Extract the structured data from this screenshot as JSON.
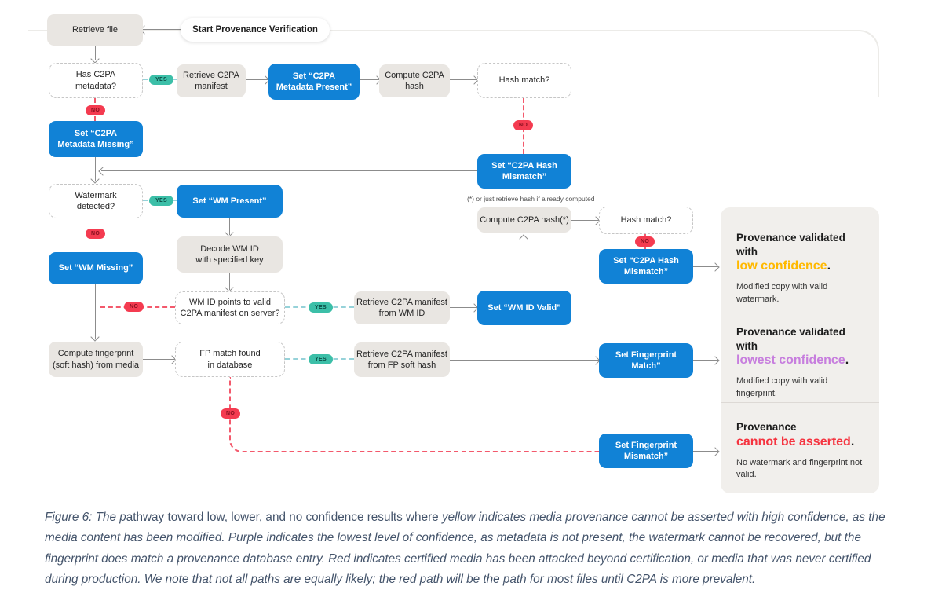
{
  "badges": {
    "yes": "YES",
    "no": "NO"
  },
  "nodes": {
    "start": {
      "l1": "Start Provenance Verification"
    },
    "retrieve_file": {
      "l1": "Retrieve file"
    },
    "has_c2pa": {
      "l1": "Has C2PA",
      "l2": "metadata?"
    },
    "retrieve_manifest": {
      "l1": "Retrieve C2PA",
      "l2": "manifest"
    },
    "set_meta_present": {
      "l1": "Set “C2PA",
      "l2": "Metadata Present”"
    },
    "compute_hash": {
      "l1": "Compute C2PA",
      "l2": "hash"
    },
    "hash_match1": {
      "l1": "Hash match?"
    },
    "set_meta_missing": {
      "l1": "Set “C2PA",
      "l2": "Metadata Missing”"
    },
    "set_hash_mismatch1": {
      "l1": "Set “C2PA Hash",
      "l2": "Mismatch”"
    },
    "watermark_detected": {
      "l1": "Watermark",
      "l2": "detected?"
    },
    "set_wm_present": {
      "l1": "Set “WM Present”"
    },
    "note": "(*) or just retrieve hash if already computed",
    "compute_hash2": {
      "l1": "Compute C2PA hash(*)"
    },
    "hash_match2": {
      "l1": "Hash match?"
    },
    "set_hash_mismatch2": {
      "l1": "Set “C2PA Hash",
      "l2": "Mismatch”"
    },
    "set_wm_missing": {
      "l1": "Set “WM Missing”"
    },
    "decode_wm": {
      "l1": "Decode WM ID",
      "l2": "with specified key"
    },
    "wm_id_points": {
      "l1": "WM ID points to valid",
      "l2": "C2PA manifest on server?"
    },
    "retrieve_from_wm": {
      "l1": "Retrieve C2PA manifest",
      "l2": "from WM ID"
    },
    "set_wm_id_valid": {
      "l1": "Set “WM ID Valid”"
    },
    "compute_fp": {
      "l1": "Compute fingerprint",
      "l2": "(soft hash) from media"
    },
    "fp_match": {
      "l1": "FP match found",
      "l2": "in database"
    },
    "retrieve_from_fp": {
      "l1": "Retrieve C2PA manifest",
      "l2": "from FP soft hash"
    },
    "set_fp_match": {
      "l1": "Set Fingerprint",
      "l2": "Match”"
    },
    "set_fp_mismatch": {
      "l1": "Set Fingerprint",
      "l2": "Mismatch”"
    }
  },
  "outcomes": [
    {
      "title": "Provenance validated with",
      "highlight": "low confidence",
      "period": ".",
      "desc1": "Modified copy with",
      "desc2": "valid watermark."
    },
    {
      "title": "Provenance validated with",
      "highlight": "lowest confidence",
      "period": ".",
      "desc1": "Modified copy with",
      "desc2": "valid fingerprint."
    },
    {
      "title": "Provenance",
      "highlight": "cannot be asserted",
      "period": ".",
      "desc1": "No watermark",
      "desc2": "and fingerprint not valid."
    }
  ],
  "caption": {
    "seg1": "Figure 6: The p",
    "seg2": "athway toward low, lower, and no confidence results where ",
    "seg3": "yellow indicates media provenance cannot be asserted with high confidence, as the media content has been modified. Purple indicates the lowest level of confidence, as metadata is not present, the watermark cannot be recovered, but the fingerprint does match a provenance database entry. Red indicates certified media has been attacked beyond certification, or media that was never certified during production. We note that not all paths are equally likely; the red path will be the path for most files until C2PA is more prevalent."
  },
  "colors": {
    "action_blue": "#1182d6",
    "process_gray": "#e9e6e2",
    "yes_teal": "#3cbfa8",
    "no_red": "#f43b50",
    "dash_teal": "#96d2d9",
    "dash_red": "#f3596c",
    "connector_gray": "#8c8c8c",
    "low_yellow": "#ffb900",
    "lowest_purple": "#c77ede",
    "cannot_red": "#f5333f",
    "panel_bg": "#f1efec",
    "caption_text": "#44546b"
  }
}
